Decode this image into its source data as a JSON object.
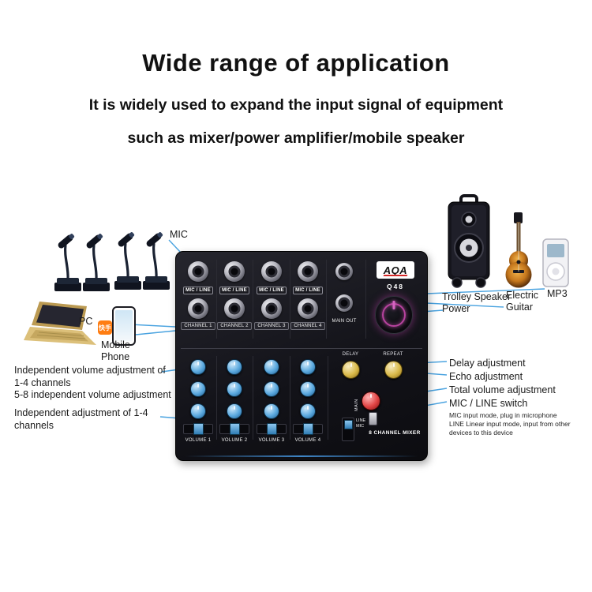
{
  "colors": {
    "accent_blue": "#4aa3e0",
    "mixer_body": "#17171c",
    "knob_blue": "#58a7dd",
    "knob_yellow": "#d9b94a",
    "knob_red": "#e04444",
    "power_glow": "#b8439f",
    "badge_orange": "#ff7d12",
    "logo_red": "#d42626"
  },
  "header": {
    "title": "Wide range of application",
    "subtitle_line1": "It is widely used to expand the input signal of equipment",
    "subtitle_line2": "such as mixer/power amplifier/mobile speaker"
  },
  "devices": {
    "mic": "MIC",
    "pc": "PC",
    "phone_badge": "快手",
    "mobile_line1": "Mobile",
    "mobile_line2": "Phone",
    "speaker_line1": "Trolley Speaker",
    "speaker_line2": "Power",
    "guitar_line1": "Electric",
    "guitar_line2": "Guitar",
    "mp3": "MP3"
  },
  "mixer": {
    "brand": "AQA",
    "model": "Q48",
    "mic_line_label": "MIC / LINE",
    "channels": [
      "CHANNEL 1",
      "CHANNEL 2",
      "CHANNEL 3",
      "CHANNEL 4"
    ],
    "main_out_label": "MAIN OUT",
    "volumes": [
      "VOLUME 1",
      "VOLUME 2",
      "VOLUME 3",
      "VOLUME 4"
    ],
    "delay_label": "DELAY",
    "repeat_label": "REPEAT",
    "main_label": "MAIN",
    "line_label": "LINE",
    "mic_label": "MIC",
    "bottom_label": "8 CHANNEL MIXER"
  },
  "annotations_left": [
    {
      "line1": "Independent volume adjustment of",
      "line2": "1-4 channels"
    },
    {
      "line1": "5-8 independent volume adjustment",
      "line2": ""
    },
    {
      "line1": "Independent adjustment of 1-4",
      "line2": "channels"
    }
  ],
  "annotations_right": {
    "delay": "Delay adjustment",
    "echo": "Echo adjustment",
    "total": "Total volume adjustment",
    "switch": "MIC / LINE switch",
    "note_lines": [
      "MIC input mode, plug in microphone",
      "LINE Linear input mode, input from other",
      "devices to this device"
    ]
  }
}
